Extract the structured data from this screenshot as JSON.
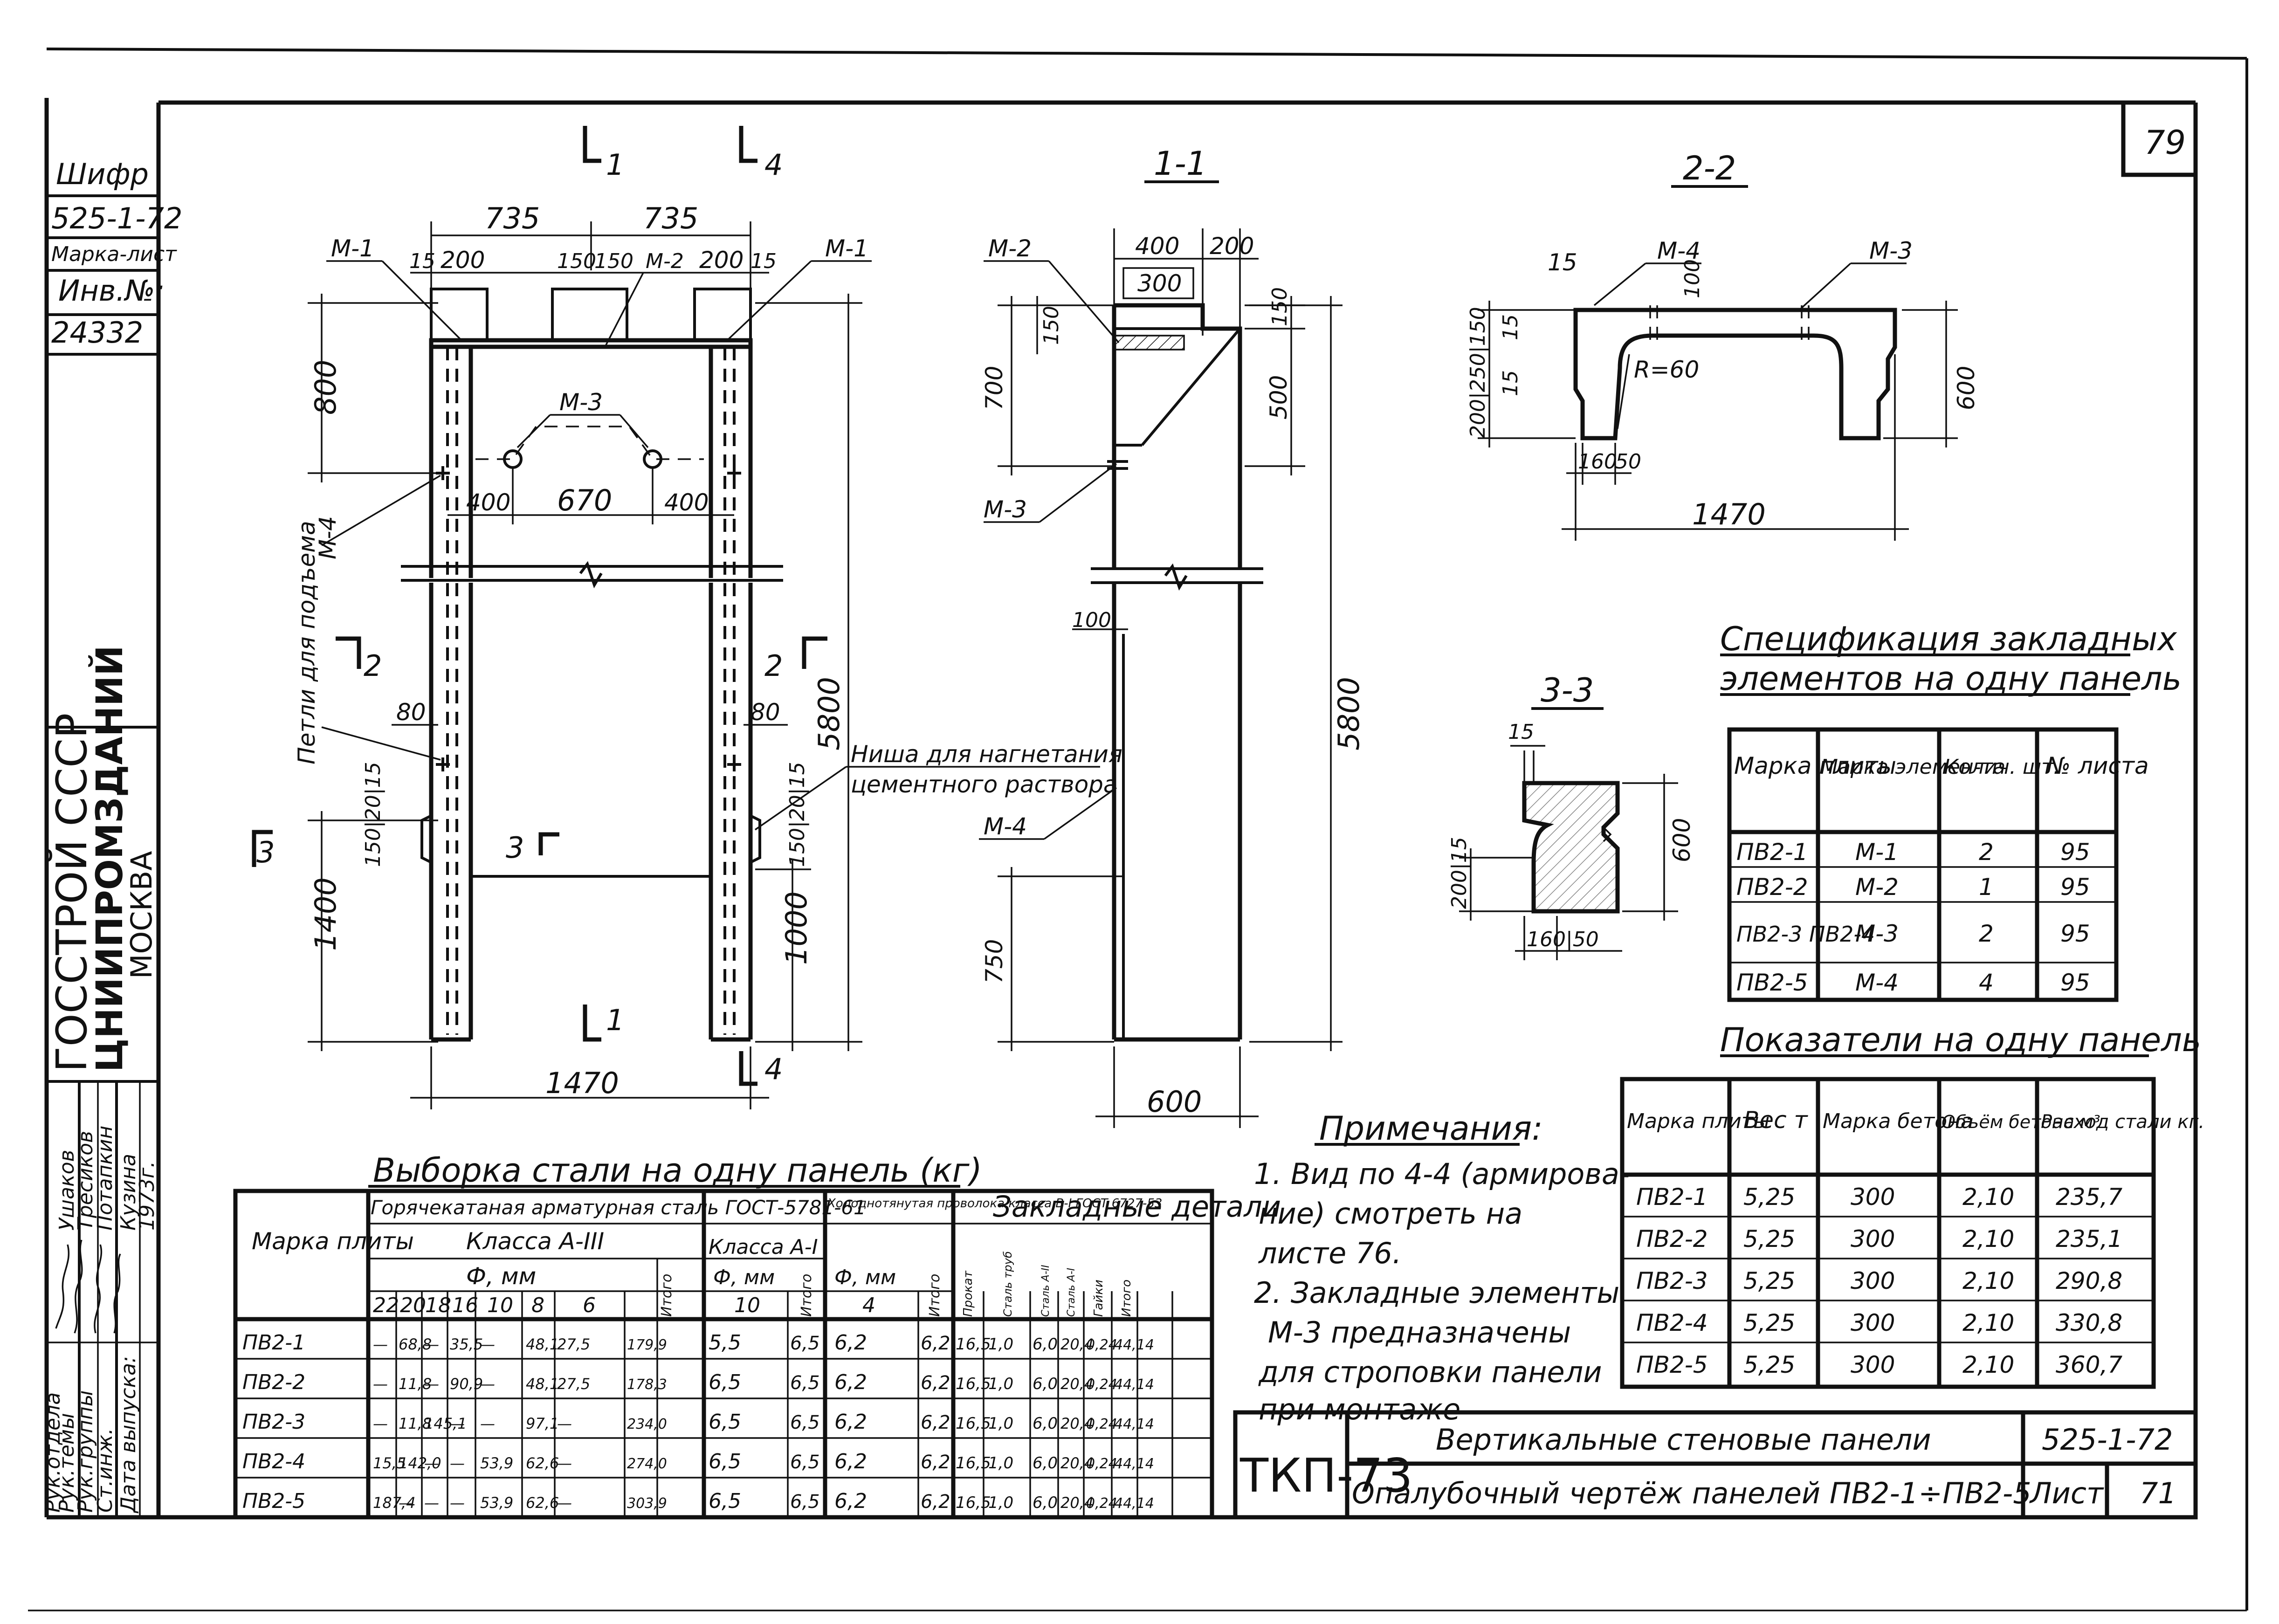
{
  "page": {
    "number": "79"
  },
  "left_stamp": {
    "code_label": "Шифр",
    "code_value": "525-1-72",
    "mark_label": "Марка-лист",
    "inv_label": "Инв.№:",
    "inv_value": "24332",
    "org_line1": "ГОССТРОЙ СССР",
    "org_line2": "ЦНИИПРОМЗДАНИЙ",
    "org_line3": "МОСКВА",
    "roles": [
      "Рук.отдела",
      "Рук.темы",
      "Рук.группы",
      "Ст.инж."
    ],
    "names": [
      "Ушаков",
      "Тресиков",
      "Потапкин",
      "Кузина"
    ],
    "date_label": "Дата выпуска:",
    "year": "1973г."
  },
  "views": {
    "elevation": {
      "dims": {
        "d735a": "735",
        "d735b": "735",
        "d15a": "15",
        "d200a": "200",
        "d150a": "150",
        "d150b": "150",
        "d200b": "200",
        "d15b": "15",
        "d800": "800",
        "d400a": "400",
        "d670": "670",
        "d400b": "400",
        "d5800": "5800",
        "d80a": "80",
        "d80b": "80",
        "d1400": "1400",
        "d1000": "1000",
        "d1470": "1470",
        "d150_15a": "150|20|15",
        "d150_15b": "150|20|15"
      },
      "marks": {
        "m1l": "М-1",
        "m1r": "М-1",
        "m2": "М-2",
        "m3": "М-3",
        "m4": "М-4"
      },
      "notes": {
        "loops": "Петли для подъема",
        "niche_line1": "Ниша для нагнетания",
        "niche_line2": "цементного раствора"
      },
      "cuts": {
        "c1": "1",
        "c4": "4",
        "c2l": "2",
        "c2r": "2",
        "c3l": "3",
        "c3r": "3",
        "c1b": "1",
        "c4b": "4"
      }
    },
    "section_1_1": {
      "title": "1-1",
      "dims": {
        "d400": "400",
        "d200": "200",
        "d300": "300",
        "d150a": "150",
        "d700": "700",
        "d150b": "150",
        "d500": "500",
        "d100": "100",
        "d5800": "5800",
        "d750": "750",
        "d600": "600"
      },
      "marks": {
        "m2": "М-2",
        "m3": "М-3",
        "m4": "М-4"
      }
    },
    "section_2_2": {
      "title": "2-2",
      "dims": {
        "d15": "15",
        "d100": "100",
        "d600": "600",
        "d160": "160",
        "d50": "50",
        "d1470": "1470",
        "r60": "R=60",
        "dleft": "200|250|150",
        "d15b": "15",
        "d15c": "15"
      },
      "marks": {
        "m4": "М-4",
        "m3": "М-3"
      }
    },
    "section_3_3": {
      "title": "3-3",
      "dims": {
        "d15": "15",
        "d200_15": "200|15",
        "d600": "600",
        "d160_50": "160|50"
      }
    }
  },
  "notes": {
    "title": "Примечания:",
    "lines": [
      "1. Вид по 4-4 (армирова-",
      "ние) смотреть на",
      "листе 76.",
      "2. Закладные элементы",
      "М-3 предназначены",
      "для строповки панели",
      "при монтаже"
    ]
  },
  "spec_table": {
    "title_line1": "Спецификация закладных",
    "title_line2": "элементов на одну панель",
    "headers": [
      "Марка плиты",
      "Марка элемен-та",
      "Колич. шт.",
      "№ листа"
    ],
    "rows": [
      [
        "ПВ2-1",
        "М-1",
        "2",
        "95"
      ],
      [
        "ПВ2-2",
        "М-2",
        "1",
        "95"
      ],
      [
        "ПВ2-3 ПВ2-4",
        "М-3",
        "2",
        "95"
      ],
      [
        "ПВ2-5",
        "М-4",
        "4",
        "95"
      ]
    ]
  },
  "indicators_table": {
    "title": "Показатели на одну панель",
    "headers": [
      "Марка плиты",
      "Вес т",
      "Марка бетона",
      "Объём бетона м³",
      "Расход стали кг."
    ],
    "rows": [
      [
        "ПВ2-1",
        "5,25",
        "300",
        "2,10",
        "235,7"
      ],
      [
        "ПВ2-2",
        "5,25",
        "300",
        "2,10",
        "235,1"
      ],
      [
        "ПВ2-3",
        "5,25",
        "300",
        "2,10",
        "290,8"
      ],
      [
        "ПВ2-4",
        "5,25",
        "300",
        "2,10",
        "330,8"
      ],
      [
        "ПВ2-5",
        "5,25",
        "300",
        "2,10",
        "360,7"
      ]
    ]
  },
  "steel_table": {
    "title": "Выборка стали на одну панель (кг)",
    "h_mark": "Марка плиты",
    "h_hot": "Горячекатаная арматурная сталь ГОСТ-5781-61",
    "h_class3": "Класса А-III",
    "h_dia": "Ф, мм",
    "h_cold": "Холоднотянутая проволока класса В-I ГОСТ 6727-53",
    "h_class1": "Класса А-I",
    "h_dia2": "Ф, мм",
    "h_dia3": "Ф, мм",
    "h_embedded": "Закладные детали",
    "dias": [
      "22",
      "20",
      "18",
      "16",
      "10",
      "8",
      "6"
    ],
    "h_itogo": "Итого",
    "d10": "10",
    "d4": "4",
    "emb_cols": [
      "Прокат",
      "Сталь труб",
      "Сталь А-II",
      "Сталь А-I",
      "Гайки",
      "Итого"
    ],
    "rows": [
      [
        "ПВ2-1",
        "—",
        "68,8",
        "—",
        "35,5",
        "—",
        "48,1",
        "27,5",
        "179,9",
        "5,5",
        "6,5",
        "6,2",
        "6,2",
        "16,5",
        "1,0",
        "6,0",
        "20,4",
        "0,24",
        "44,14"
      ],
      [
        "ПВ2-2",
        "—",
        "11,8",
        "—",
        "90,9",
        "—",
        "48,1",
        "27,5",
        "178,3",
        "6,5",
        "6,5",
        "6,2",
        "6,2",
        "16,5",
        "1,0",
        "6,0",
        "20,4",
        "0,24",
        "44,14"
      ],
      [
        "ПВ2-3",
        "—",
        "11,8",
        "145,1",
        "—",
        "—",
        "97,1",
        "—",
        "234,0",
        "6,5",
        "6,5",
        "6,2",
        "6,2",
        "16,5",
        "1,0",
        "6,0",
        "20,4",
        "0,24",
        "44,14"
      ],
      [
        "ПВ2-4",
        "15,5",
        "142,0",
        "—",
        "—",
        "53,9",
        "62,6",
        "—",
        "274,0",
        "6,5",
        "6,5",
        "6,2",
        "6,2",
        "16,5",
        "1,0",
        "6,0",
        "20,4",
        "0,24",
        "44,14"
      ],
      [
        "ПВ2-5",
        "187,4",
        "—",
        "—",
        "—",
        "53,9",
        "62,6",
        "—",
        "303,9",
        "6,5",
        "6,5",
        "6,2",
        "6,2",
        "16,5",
        "1,0",
        "6,0",
        "20,4",
        "0,24",
        "44,14"
      ]
    ]
  },
  "title_block": {
    "series": "ТКП-73",
    "line1": "Вертикальные стеновые панели",
    "line2": "Опалубочный чертёж панелей ПВ2-1÷ПВ2-5",
    "code": "525-1-72",
    "sheet_label": "Лист",
    "sheet_no": "71"
  }
}
